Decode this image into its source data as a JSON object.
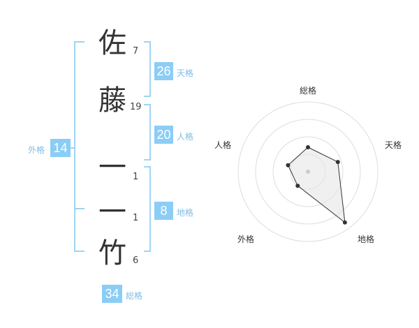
{
  "name": {
    "chars": [
      {
        "char": "佐",
        "strokes": "7"
      },
      {
        "char": "藤",
        "strokes": "19"
      },
      {
        "char": "一",
        "strokes": "1"
      },
      {
        "char": "一",
        "strokes": "1"
      },
      {
        "char": "竹",
        "strokes": "6"
      }
    ]
  },
  "fortunes": {
    "tenkaku": {
      "value": "26",
      "label": "天格"
    },
    "jinkaku": {
      "value": "20",
      "label": "人格"
    },
    "chikaku": {
      "value": "8",
      "label": "地格"
    },
    "gaikaku": {
      "value": "14",
      "label": "外格"
    },
    "soukaku": {
      "value": "34",
      "label": "総格"
    }
  },
  "radar": {
    "labels": {
      "top": "総格",
      "upper_right": "天格",
      "lower_right": "地格",
      "lower_left": "外格",
      "upper_left": "人格"
    },
    "scale_max": 4,
    "values": {
      "top": 1.4,
      "upper_right": 1.8,
      "lower_right": 3.6,
      "lower_left": 1,
      "upper_left": 1.2
    },
    "colors": {
      "fill": "#e6e6e6",
      "line": "#333333",
      "grid": "#dddddd",
      "point": "#333333",
      "center": "#cccccc"
    }
  }
}
